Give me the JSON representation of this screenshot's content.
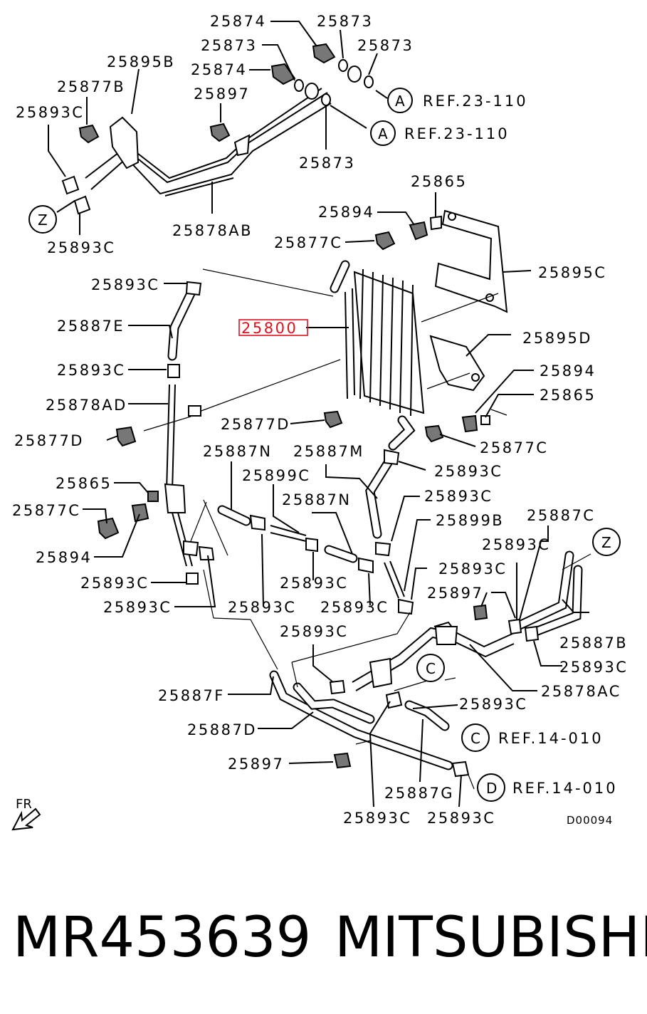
{
  "diagram": {
    "labels": [
      {
        "text": "25874"
      },
      {
        "text": "25873"
      },
      {
        "text": "25873"
      },
      {
        "text": "25873"
      },
      {
        "text": "25895B"
      },
      {
        "text": "25874"
      },
      {
        "text": "25877B"
      },
      {
        "text": "25897"
      },
      {
        "text": "25893C"
      },
      {
        "text": "25873"
      },
      {
        "text": "25878AB"
      },
      {
        "text": "25893C"
      },
      {
        "text": "25865"
      },
      {
        "text": "25894"
      },
      {
        "text": "25877C"
      },
      {
        "text": "25895C"
      },
      {
        "text": "25893C"
      },
      {
        "text": "25887E"
      },
      {
        "text": "25800"
      },
      {
        "text": "25895D"
      },
      {
        "text": "25893C"
      },
      {
        "text": "25894"
      },
      {
        "text": "25878AD"
      },
      {
        "text": "25865"
      },
      {
        "text": "25877D"
      },
      {
        "text": "25877D"
      },
      {
        "text": "25877C"
      },
      {
        "text": "25887N"
      },
      {
        "text": "25887M"
      },
      {
        "text": "25893C"
      },
      {
        "text": "25865"
      },
      {
        "text": "25899C"
      },
      {
        "text": "25887N"
      },
      {
        "text": "25893C"
      },
      {
        "text": "25877C"
      },
      {
        "text": "25887C"
      },
      {
        "text": "25899B"
      },
      {
        "text": "25894"
      },
      {
        "text": "25893C"
      },
      {
        "text": "25893C"
      },
      {
        "text": "25893C"
      },
      {
        "text": "25893C"
      },
      {
        "text": "25897"
      },
      {
        "text": "25893C"
      },
      {
        "text": "25893C"
      },
      {
        "text": "25893C"
      },
      {
        "text": "25887B"
      },
      {
        "text": "25893C"
      },
      {
        "text": "25893C"
      },
      {
        "text": "25878AC"
      },
      {
        "text": "25887F"
      },
      {
        "text": "25893C"
      },
      {
        "text": "25887D"
      },
      {
        "text": "25897"
      },
      {
        "text": "25887G"
      },
      {
        "text": "25893C"
      },
      {
        "text": "25893C"
      }
    ],
    "refs": [
      {
        "text": "REF.23-110"
      },
      {
        "text": "REF.23-110"
      },
      {
        "text": "REF.14-010"
      },
      {
        "text": "REF.14-010"
      }
    ],
    "circles": [
      {
        "text": "A"
      },
      {
        "text": "A"
      },
      {
        "text": "Z"
      },
      {
        "text": "Z"
      },
      {
        "text": "C"
      },
      {
        "text": "C"
      },
      {
        "text": "D"
      }
    ],
    "highlighted_part": "25800",
    "highlight_color": "#e0101e",
    "fr_label": "FR",
    "drawing_code": "D00094"
  },
  "footer": {
    "part_number": "MR453639",
    "brand": "MITSUBISHI"
  }
}
